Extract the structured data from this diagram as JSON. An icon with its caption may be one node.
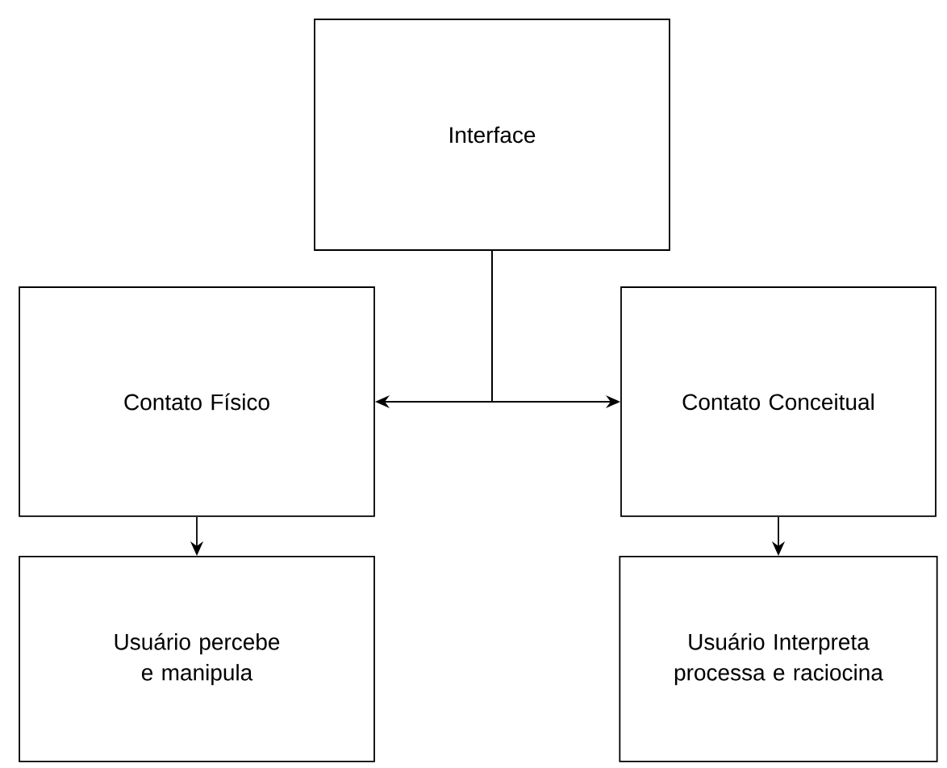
{
  "diagram": {
    "nodes": [
      {
        "text": [
          "Interface"
        ]
      },
      {
        "text": [
          "Contato Físico"
        ]
      },
      {
        "text": [
          "Contato Conceitual"
        ]
      },
      {
        "text": [
          "Usuário percebe e manipula"
        ]
      },
      {
        "text": [
          "Usuário Interpreta processa e raciocina"
        ]
      }
    ],
    "edges": [
      {
        "from": 0,
        "to": 1,
        "arrow": "to"
      },
      {
        "from": 0,
        "to": 2,
        "arrow": "to"
      },
      {
        "from": 1,
        "to": 3,
        "arrow": "to"
      },
      {
        "from": 2,
        "to": 4,
        "arrow": "to"
      }
    ]
  }
}
